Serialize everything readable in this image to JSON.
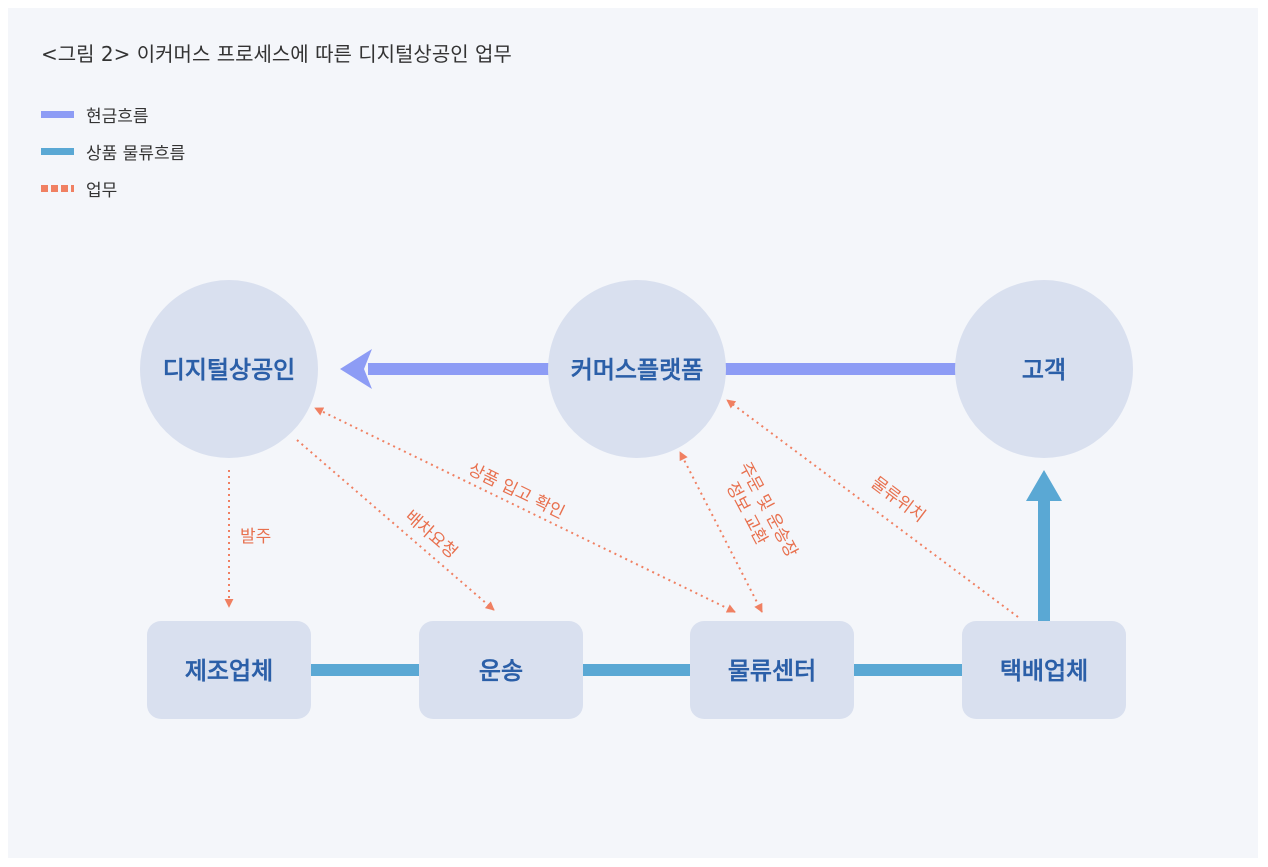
{
  "title": "<그림 2> 이커머스 프로세스에 따른 디지털상공인 업무",
  "legend": {
    "cash_flow": "현금흐름",
    "goods_flow": "상품 물류흐름",
    "work": "업무"
  },
  "nodes": {
    "merchant": "디지털상공인",
    "platform": "커머스플랫폼",
    "customer": "고객",
    "manufacturer": "제조업체",
    "transport": "운송",
    "logistics_center": "물류센터",
    "courier": "택배업체"
  },
  "edges": {
    "order": "발주",
    "dispatch_request": "배차요청",
    "receipt_check": "상품 입고 확인",
    "order_info_line1": "주문 및 운송장",
    "order_info_line2": "정보 교환",
    "logistics_location": "물류위치"
  },
  "colors": {
    "cash_flow": "#8d9cf5",
    "goods_flow": "#5aa8d4",
    "work": "#f08062",
    "node_fill": "#d9e0ef",
    "node_text": "#2b5fa8"
  }
}
